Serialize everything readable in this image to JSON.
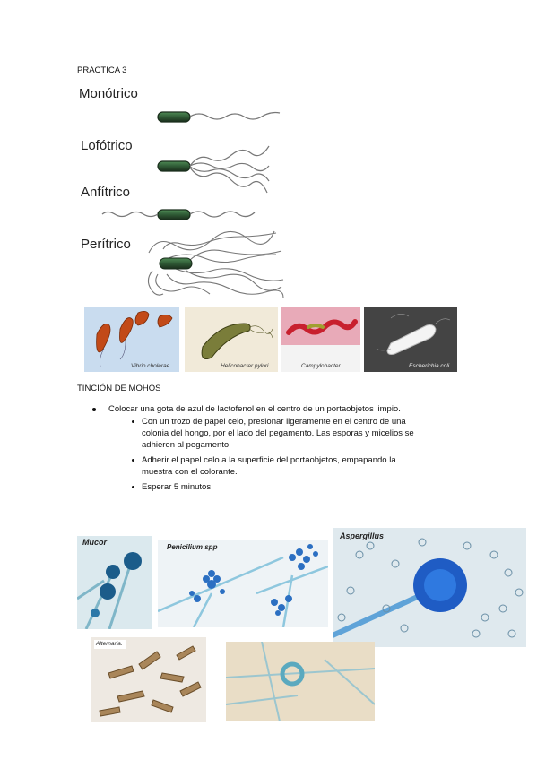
{
  "header": {
    "title": "PRACTICA 3"
  },
  "flagella": {
    "types": [
      "Monótrico",
      "Lofótrico",
      "Anfítrico",
      "Perítrico"
    ]
  },
  "bacteria_photos": [
    "Vibrio cholerae",
    "Helicobacter pylori",
    "Campylobacter",
    "Escherichia coli"
  ],
  "section": {
    "title": "TINCIÓN DE MOHOS",
    "main_bullet": "Colocar una gota de azul de lactofenol en el centro de un portaobjetos limpio.",
    "sub_bullets": [
      [
        "Con un trozo de papel celo, presionar ligeramente en el centro de una",
        "colonia del hongo, por el lado del pegamento. Las esporas y micelios se",
        "adhieren al pegamento."
      ],
      [
        "Adherir el papel celo a la superficie del portaobjetos, empapando la",
        "muestra con el colorante."
      ],
      [
        "Esperar 5 minutos"
      ]
    ]
  },
  "mold_photos": [
    "Mucor",
    "Penicilium spp",
    "Aspergillus",
    "Alternaria."
  ],
  "colors": {
    "bacterium_body": "#2f5a35",
    "stain_blue": "#2f6fcf",
    "slide_bg": "#d9e6ee"
  }
}
